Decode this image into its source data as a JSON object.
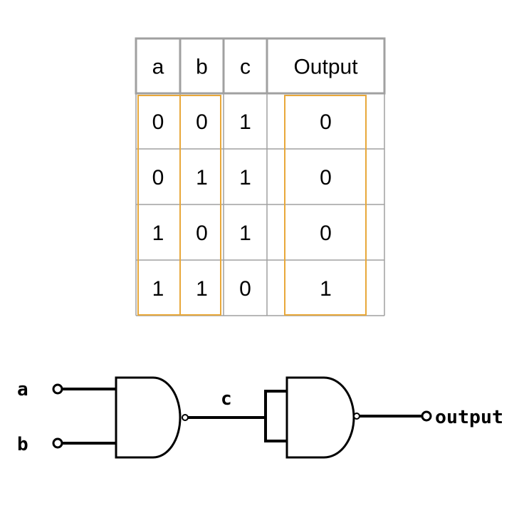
{
  "table": {
    "headers": [
      "a",
      "b",
      "c",
      "Output"
    ],
    "rows": [
      [
        "0",
        "0",
        "1",
        "0"
      ],
      [
        "0",
        "1",
        "1",
        "0"
      ],
      [
        "1",
        "0",
        "1",
        "0"
      ],
      [
        "1",
        "1",
        "0",
        "1"
      ]
    ],
    "highlight_color": "#e8a83a",
    "grid_color": "#a0a0a0"
  },
  "circuit": {
    "input_a_label": "a",
    "input_b_label": "b",
    "wire_label": "c",
    "output_label": "output",
    "gate1": "NAND",
    "gate2": "NAND (inputs tied together)"
  }
}
